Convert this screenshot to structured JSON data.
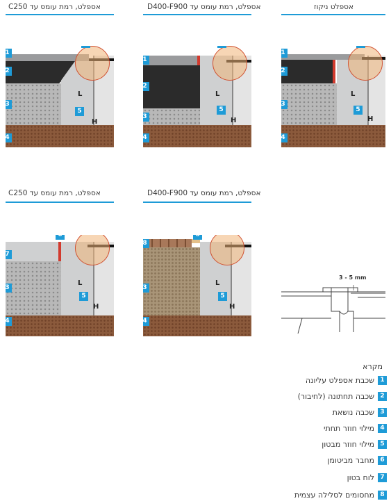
{
  "panels": {
    "top_left": {
      "title": "אספלט, רמת עומס עד C250"
    },
    "top_middle": {
      "title": "אספלט, רמת עומס עד D400-F900"
    },
    "top_right": {
      "title": "אספלט ניקוז"
    },
    "bottom_left": {
      "title": "אספלט, רמת עומס עד C250"
    },
    "bottom_middle": {
      "title": "אספלט, רמת עומס עד D400-F900"
    }
  },
  "dimension_labels": {
    "L": "L",
    "H": "H"
  },
  "detail": {
    "gap_label": "3 - 5 mm"
  },
  "legend": {
    "title": "מקרא",
    "items": [
      {
        "num": "1",
        "label": "שכבת אספלט עליונה"
      },
      {
        "num": "2",
        "label": "שכבה תחתונה (לחיבור)"
      },
      {
        "num": "3",
        "label": "שכבה נושאת"
      },
      {
        "num": "4",
        "label": "מילוי חוזר תחתי"
      },
      {
        "num": "5",
        "label": "מילוי חוזר מבטון"
      },
      {
        "num": "6",
        "label": "מחבר מביטומן"
      },
      {
        "num": "7",
        "label": "לוח בטון"
      },
      {
        "num": "8",
        "label": "מחסומים לסלילה עצמית"
      }
    ]
  },
  "colors": {
    "accent": "#1e9bd7",
    "joint_red": "#d23a2e",
    "soil": "#8b5a3c",
    "asphalt": "#2b2b2b",
    "concrete": "#c9cacb"
  }
}
